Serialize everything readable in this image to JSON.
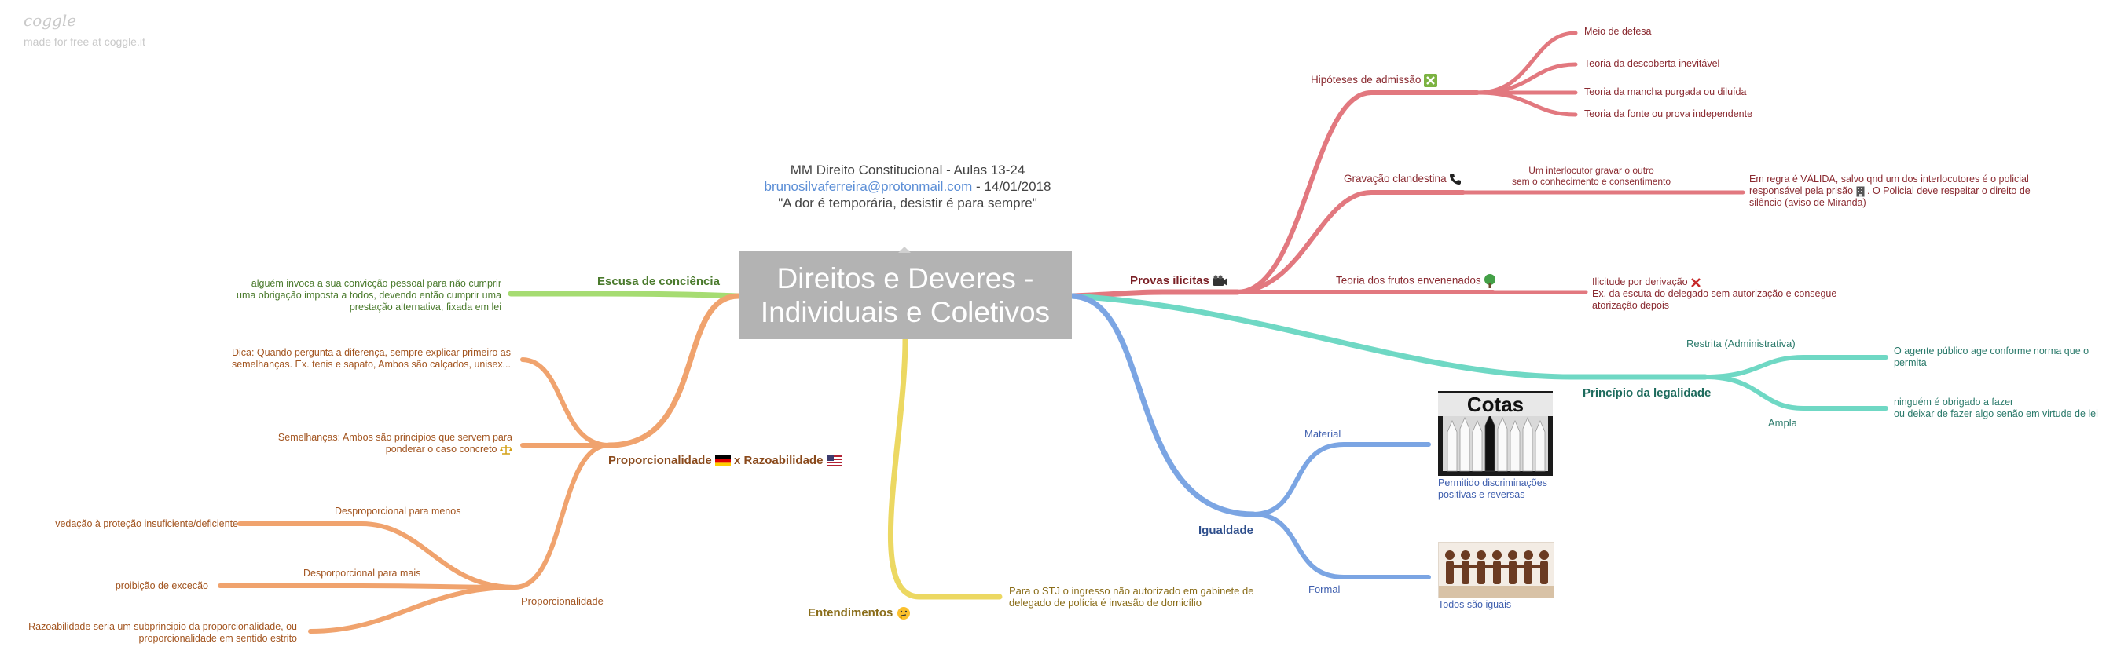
{
  "watermark": {
    "logo": "coggle",
    "subtitle": "made for free at coggle.it"
  },
  "header": {
    "line1": "MM Direito Constitucional - Aulas 13-24",
    "email": "brunosilvaferreira@protonmail.com",
    "date": " - 14/01/2018",
    "quote": "\"A dor é temporária, desistir é para sempre\""
  },
  "central": {
    "line1": "Direitos e Deveres -",
    "line2": "Individuais e Coletivos"
  },
  "colors": {
    "red": "#e2787f",
    "blue": "#7ba5e3",
    "teal": "#6fd8c4",
    "green": "#a6dc72",
    "orange": "#f0a36e",
    "yellow": "#ecd862",
    "central_bg": "#b3b3b3"
  },
  "provas": {
    "label": "Provas ilícitas",
    "icon": "camera-icon",
    "hipoteses": {
      "label": "Hipóteses de admissão",
      "icon": "cross-box-icon",
      "items": [
        "Meio de defesa",
        "Teoria da descoberta inevitável",
        "Teoria da mancha purgada ou diluída",
        "Teoria da fonte ou prova independente"
      ]
    },
    "gravacao": {
      "label": "Gravação clandestina",
      "icon": "phone-icon",
      "edge_line1": "Um interlocutor gravar o outro",
      "edge_line2": "sem o conhecimento e consentimento",
      "leaf_line1": "Em regra é VÁLIDA, salvo qnd um dos interlocutores é o policial",
      "leaf_line2a": "responsável pela prisão",
      "leaf_line2b": ". O Policial deve respeitar o direito de",
      "leaf_line3": "silêncio (aviso de Miranda)",
      "leaf_icon": "building-icon"
    },
    "frutos": {
      "label": "Teoria dos frutos envenenados",
      "icon": "tree-icon",
      "leaf_line1": "Ilicitude por derivação",
      "leaf_line2": "Ex. da escuta do delegado sem autorização e consegue",
      "leaf_line3": "atorização depois",
      "leaf_icon": "x-icon"
    }
  },
  "legalidade": {
    "label": "Princípio da legalidade",
    "restrita": {
      "label": "Restrita (Administrativa)",
      "leaf_line1": "O agente público age conforme norma que o",
      "leaf_line2": "permita"
    },
    "ampla": {
      "label": "Ampla",
      "leaf_line1": "ninguém é obrigado a fazer",
      "leaf_line2": "ou deixar de fazer algo senão em virtude de lei"
    }
  },
  "igualdade": {
    "label": "Igualdade",
    "material": {
      "label": "Material",
      "image_text": "Cotas",
      "caption_line1": "Permitido discriminações",
      "caption_line2": "positivas e reversas"
    },
    "formal": {
      "label": "Formal",
      "caption": "Todos são iguais"
    }
  },
  "entendimentos": {
    "label": "Entendimentos",
    "icon": "thinking-face-icon",
    "leaf_line1": "Para o STJ o ingresso não autorizado em gabinete de",
    "leaf_line2": "delegado de polícia é invasão de domicílio"
  },
  "escusa": {
    "label": "Escusa de conciência",
    "leaf_line1": "alguém invoca a sua convicção pessoal para não cumprir",
    "leaf_line2": "uma obrigação imposta a todos, devendo então cumprir uma",
    "leaf_line3": "prestação alternativa, fixada em lei"
  },
  "proporcionalidade": {
    "label_part1": "Proporcionalidade",
    "label_part2": " x Razoabilidade",
    "flag1": "germany-flag-icon",
    "flag2": "usa-flag-icon",
    "dica_line1": "Dica: Quando pergunta a diferença, sempre explicar primeiro as",
    "dica_line2": "semelhanças. Ex. tenis e sapato, Ambos são calçados, unisex...",
    "seme_line1": "Semelhanças: Ambos são principios que servem para",
    "seme_line2": "ponderar o caso concreto",
    "seme_icon": "scales-icon",
    "sub": {
      "label": "Proporcionalidade",
      "menos": {
        "label": "Desproporcional para menos",
        "leaf": "vedação à proteção insuficiente/deficiente"
      },
      "mais": {
        "label": "Desporporcional para mais",
        "leaf": "proibição de excecão"
      },
      "razo_line1": "Razoabilidade seria um subprincipio da proporcionalidade, ou",
      "razo_line2": "proporcionalidade em sentido estrito"
    }
  }
}
